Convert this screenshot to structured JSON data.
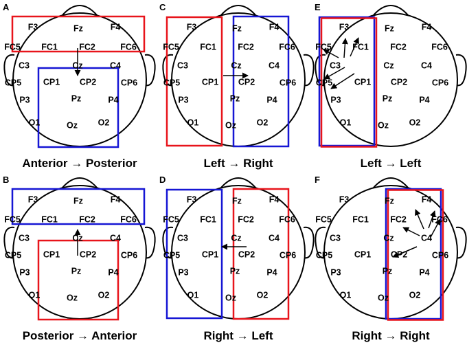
{
  "colors": {
    "red": "#e8141b",
    "blue": "#1616d4",
    "black": "#000000"
  },
  "electrode_labels": [
    "F3",
    "Fz",
    "F4",
    "FC5",
    "FC1",
    "FC2",
    "FC6",
    "C3",
    "Cz",
    "C4",
    "CP5",
    "CP1",
    "CP2",
    "CP6",
    "P3",
    "Pz",
    "P4",
    "O1",
    "Oz",
    "O2"
  ],
  "panels": [
    {
      "letter": "A",
      "caption_from": "Anterior",
      "caption_to": "Posterior",
      "arrow_glyph": "→",
      "red_box": "anterior",
      "blue_box": "posterior",
      "arrows": "down"
    },
    {
      "letter": "C",
      "caption_from": "Left",
      "caption_to": "Right",
      "arrow_glyph": "→",
      "red_box": "left",
      "blue_box": "right",
      "arrows": "right"
    },
    {
      "letter": "E",
      "caption_from": "Left",
      "caption_to": "Left",
      "arrow_glyph": "→",
      "red_box": "left",
      "blue_box": "left",
      "arrows": "left-left"
    },
    {
      "letter": "B",
      "caption_from": "Posterior",
      "caption_to": "Anterior",
      "arrow_glyph": "→",
      "red_box": "posterior",
      "blue_box": "anterior",
      "arrows": "up"
    },
    {
      "letter": "D",
      "caption_from": "Right",
      "caption_to": "Left",
      "arrow_glyph": "→",
      "red_box": "right",
      "blue_box": "left",
      "arrows": "left"
    },
    {
      "letter": "F",
      "caption_from": "Right",
      "caption_to": "Right",
      "arrow_glyph": "→",
      "red_box": "right",
      "blue_box": "right",
      "arrows": "right-right"
    }
  ]
}
